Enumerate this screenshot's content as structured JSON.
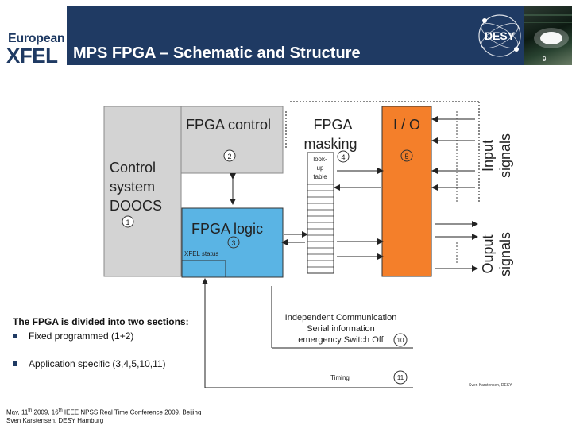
{
  "header": {
    "title": "MPS FPGA – Schematic and Structure",
    "logo_line1": "European",
    "logo_line2": "XFEL",
    "desy_logo": "DESY",
    "page_number": "9"
  },
  "diagram": {
    "fpga_control": "FPGA control",
    "control_system": [
      "Control",
      "system",
      "DOOCS"
    ],
    "fpga_masking": [
      "FPGA",
      "masking"
    ],
    "lookup_table": [
      "look-",
      "up",
      "table"
    ],
    "io": "I / O",
    "input_signals": [
      "Input",
      "signals"
    ],
    "output_signals": [
      "Ouput",
      "signals"
    ],
    "fpga_logic": "FPGA logic",
    "xfel_status": "XFEL status",
    "markers": {
      "m1": "1",
      "m2": "2",
      "m3": "3",
      "m4": "4",
      "m5": "5",
      "m10": "10",
      "m11": "11"
    },
    "comm": [
      "Independent Communication",
      "Serial information",
      "emergency Switch Off"
    ],
    "timing": "Timing"
  },
  "notes": {
    "heading": "The FPGA is divided into two sections:",
    "bullets": [
      "Fixed programmed (1+2)",
      "Application specific (3,4,5,10,11)"
    ]
  },
  "credit": "Sven Karstensen, DESY",
  "footer": {
    "line1_a": "May, 11",
    "line1_sup1": "th",
    "line1_b": " 2009, 16",
    "line1_sup2": "th",
    "line1_c": " IEEE NPSS Real Time Conference 2009, Beijing",
    "line2": "Sven Karstensen, DESY Hamburg"
  },
  "colors": {
    "header_bar": "#1f3a63",
    "gray_block": "#d3d3d3",
    "logic_blue": "#5ab4e4",
    "io_orange": "#f47f2a",
    "bullet": "#1f3a63"
  }
}
